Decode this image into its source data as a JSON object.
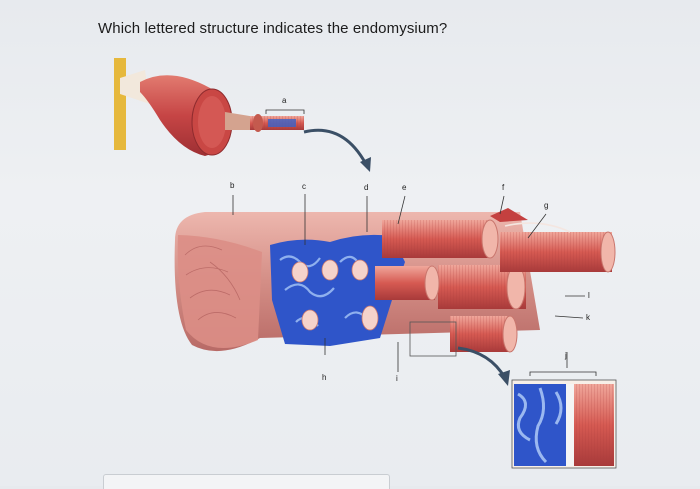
{
  "question": {
    "text": "Which lettered structure indicates the endomysium?"
  },
  "figure": {
    "labels": [
      "a",
      "b",
      "c",
      "d",
      "e",
      "f",
      "g",
      "h",
      "i",
      "j",
      "k",
      "l"
    ],
    "colors": {
      "muscle": "#c8494a",
      "muscle_light": "#e58a7f",
      "connective": "#d39a92",
      "vessel": "#2f55c9",
      "tendon": "#e3b23a"
    }
  },
  "answer": {
    "value": ""
  }
}
